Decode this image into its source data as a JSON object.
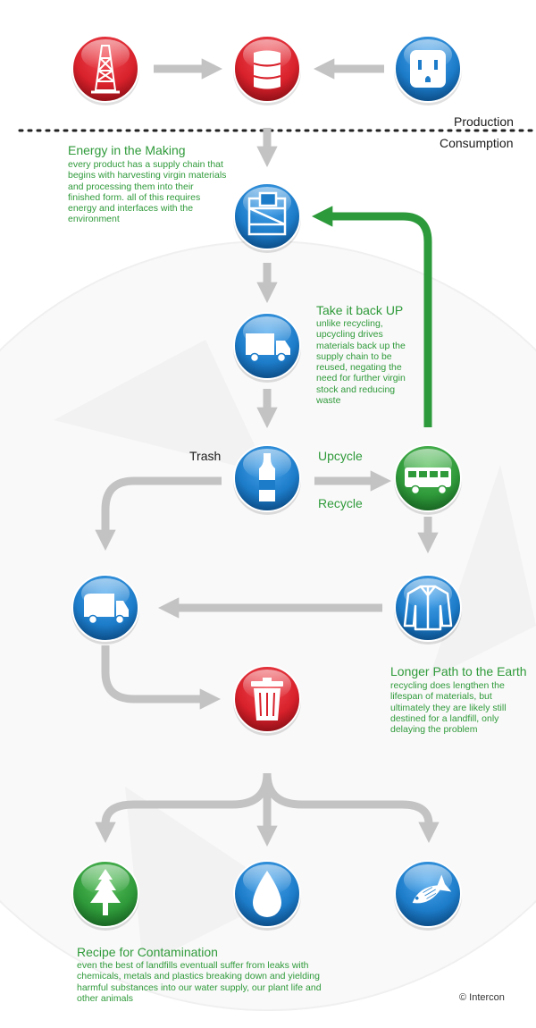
{
  "labels": {
    "production": "Production",
    "consumption": "Consumption",
    "trash": "Trash",
    "upcycle": "Upcycle",
    "recycle": "Recycle",
    "credit": "© Intercon"
  },
  "notes": {
    "energy": {
      "title": "Energy in the Making",
      "text": "every product has a supply chain that begins with harvesting virgin materials and processing them into their finished form. all of this requires energy and interfaces with the environment"
    },
    "upcycle": {
      "title": "Take it back UP",
      "text": "unlike recycling, upcycling drives materials back up the supply chain to be reused, negating the need for further virgin stock and reducing waste"
    },
    "recycle": {
      "title": "Longer Path to the Earth",
      "text": "recycling does lengthen the lifespan of materials, but ultimately they are likely still destined for a landfill, only delaying the problem"
    },
    "contamination": {
      "title": "Recipe for Contamination",
      "text": "even the best of landfills eventuall suffer from leaks with chemicals, metals and plastics breaking down and yielding harmful substances into our water supply, our plant life and other animals"
    }
  },
  "nodes": [
    {
      "id": "oil-rig",
      "icon": "oil-rig-icon",
      "color": "red"
    },
    {
      "id": "barrel",
      "icon": "barrel-icon",
      "color": "red"
    },
    {
      "id": "outlet",
      "icon": "power-outlet-icon",
      "color": "blue"
    },
    {
      "id": "crate",
      "icon": "crate-icon",
      "color": "blue"
    },
    {
      "id": "truck",
      "icon": "delivery-truck-icon",
      "color": "blue"
    },
    {
      "id": "bottle",
      "icon": "water-bottle-icon",
      "color": "blue"
    },
    {
      "id": "upcycle-truck",
      "icon": "upcycle-truck-icon",
      "color": "green"
    },
    {
      "id": "garbage-truck",
      "icon": "garbage-truck-icon",
      "color": "blue"
    },
    {
      "id": "jacket",
      "icon": "jacket-icon",
      "color": "blue"
    },
    {
      "id": "trash-can",
      "icon": "trash-can-icon",
      "color": "red"
    },
    {
      "id": "tree",
      "icon": "tree-icon",
      "color": "green"
    },
    {
      "id": "water-drop",
      "icon": "water-drop-icon",
      "color": "blue"
    },
    {
      "id": "fish",
      "icon": "fish-icon",
      "color": "blue"
    }
  ],
  "colors": {
    "red": "#d8212b",
    "blue": "#1d7cc9",
    "green": "#2f9a3a",
    "arrow": "#c3c3c3",
    "upcycle_arrow": "#2c9a3a",
    "watermark": "#efefef"
  }
}
